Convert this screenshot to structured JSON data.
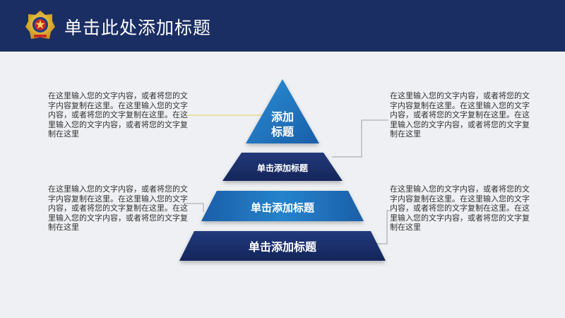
{
  "header": {
    "title": "单击此处添加标题",
    "background": "#1b2e63",
    "emblem_icon": "police-emblem-icon"
  },
  "pyramid": {
    "tiers": [
      {
        "label_line1": "添加",
        "label_line2": "标题",
        "color": "#1f7fc4"
      },
      {
        "label": "单击添加标题",
        "color": "#1b2e63"
      },
      {
        "label": "单击添加标题",
        "color": "#1f6fb8"
      },
      {
        "label": "单击添加标题",
        "color": "#1b2e63"
      }
    ]
  },
  "texts": {
    "top_left": "在这里输入您的文字内容，或者将您的文字内容复制在这里。在这里输入您的文字内容，或者将您的文字复制在这里。在这里输入您的文字内容，或者将您的文字复制在这里",
    "top_right": "在这里输入您的文字内容，或者将您的文字内容复制在这里。在这里输入您的文字内容，或者将您的文字复制在这里。在这里输入您的文字内容，或者将您的文字复制在这里",
    "bottom_left": "在这里输入您的文字内容，或者将您的文字内容复制在这里。在这里输入您的文字内容，或者将您的文字复制在这里。在这里输入您的文字内容，或者将您的文字复制在这里",
    "bottom_right": "在这里输入您的文字内容，或者将您的文字内容复制在这里。在这里输入您的文字内容，或者将您的文字复制在这里。在这里输入您的文字内容，或者将您的文字复制在这里"
  },
  "colors": {
    "accent_yellow": "#e8d98a",
    "connector_gray": "#9aa0a8"
  }
}
